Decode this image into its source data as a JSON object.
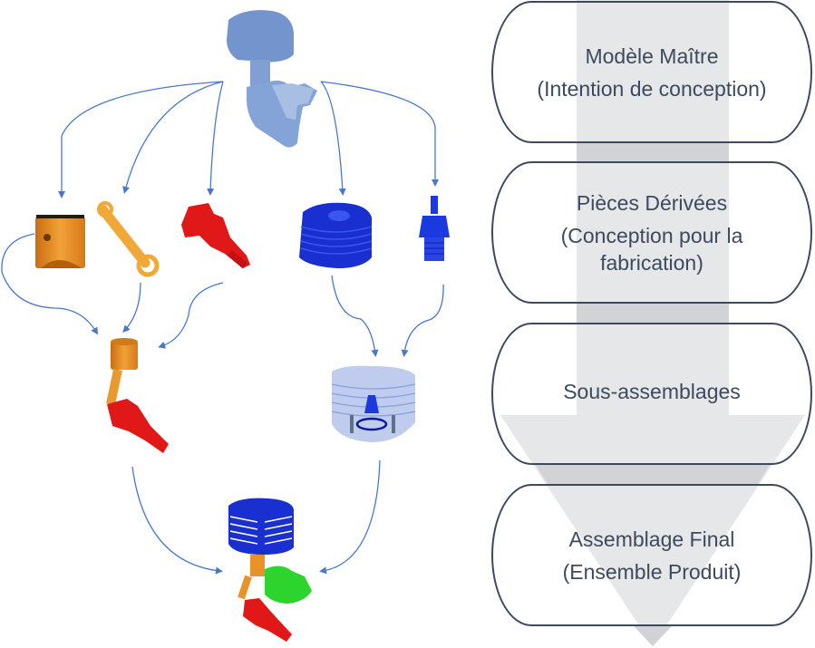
{
  "diagram": {
    "stages": [
      {
        "title": "Modèle Maître",
        "subtitle": "(Intention de conception)"
      },
      {
        "title": "Pièces Dérivées",
        "subtitle": "(Conception pour la fabrication)"
      },
      {
        "title": "Sous-assemblages",
        "subtitle": ""
      },
      {
        "title": "Assemblage Final",
        "subtitle": "(Ensemble Produit)"
      }
    ],
    "flow_arrow": {
      "fill": "#e6e7e9",
      "overlap_fill": "#d1d3d6",
      "direction": "down"
    },
    "parts": {
      "master_model": "master-model-ghost",
      "derived": [
        "piston",
        "connecting-rod",
        "crankshaft",
        "cylinder-head",
        "glow-plug"
      ],
      "subassemblies": [
        "piston-rod-crank-assembly",
        "head-plug-assembly"
      ],
      "final": "engine-assembly"
    },
    "colors": {
      "connector": "#4a78c8",
      "text": "#3d4a5e",
      "orange": "#e8922a",
      "red": "#e01818",
      "blue": "#1a2fd0",
      "green": "#2ed42e",
      "ghost_blue": "#5b82c4"
    }
  }
}
